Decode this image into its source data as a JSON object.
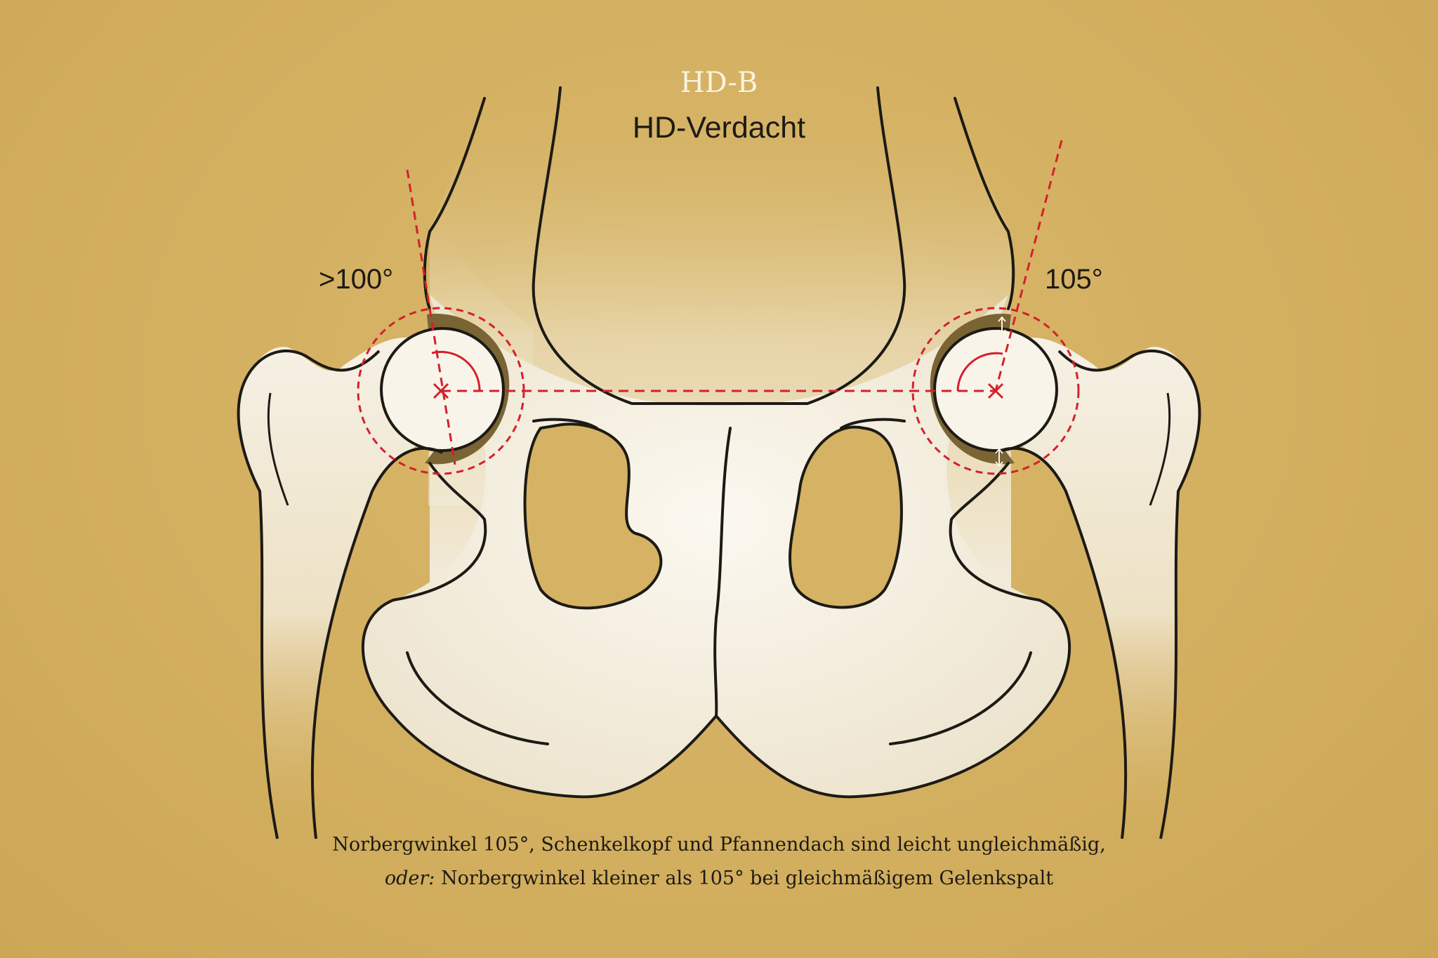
{
  "header": {
    "grade": "HD-B",
    "description": "HD-Verdacht"
  },
  "angles": {
    "left": ">100°",
    "right": "105°"
  },
  "caption": {
    "line1": "Norbergwinkel 105°, Schenkelkopf und Pfannendach sind leicht ungleichmäßig,",
    "line2_prefix": "oder:",
    "line2_rest": " Norbergwinkel kleiner als 105° bei gleichmäßigem Gelenkspalt"
  },
  "colors": {
    "background": "#d5b264",
    "bone": "#f6f1e6",
    "outline": "#1d1a15",
    "measurement": "#d4202c",
    "joint_gap": "#7a6434",
    "grade_label": "#fbf3df"
  }
}
